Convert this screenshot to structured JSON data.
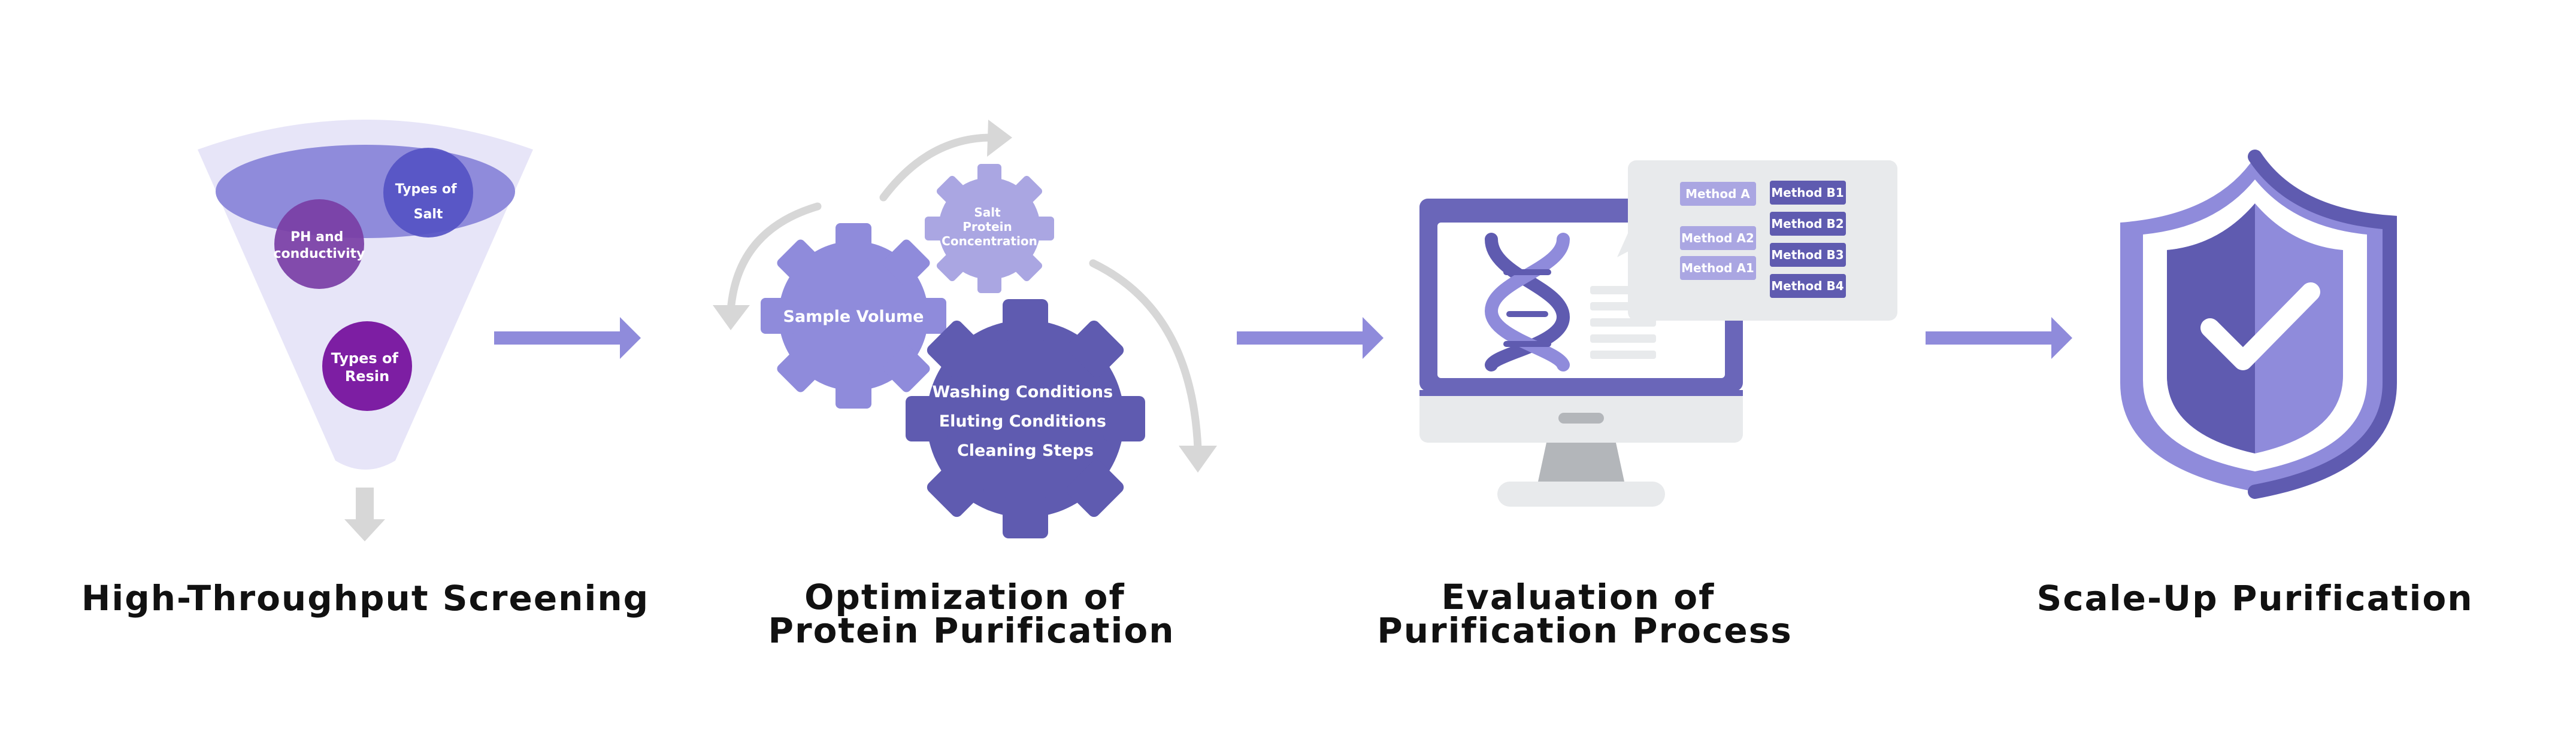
{
  "colors": {
    "deep_purple": "#5f5bb0",
    "mid_purple": "#8f8bdb",
    "light_purple": "#aaa6e2",
    "pale_purple": "#e7e5f8",
    "violet": "#7d1ea3",
    "gray": "#d7d7d7",
    "screen_gray": "#e8eaec",
    "title_black": "#111111"
  },
  "stage1": {
    "pill_salt": [
      "Types of",
      "Salt"
    ],
    "pill_ph": [
      "PH and",
      "conductivity"
    ],
    "pill_resin": [
      "Types of",
      "Resin"
    ],
    "title": "High-Throughput Screening"
  },
  "stage2": {
    "gear_salt": [
      "Salt",
      "Protein",
      "Concentration"
    ],
    "gear_sample": "Sample Volume",
    "gear_conditions": [
      "Washing Conditions",
      "Eluting Conditions",
      "Cleaning Steps"
    ],
    "title_line1": "Optimization of",
    "title_line2": "Protein Purification"
  },
  "stage3": {
    "methods_left": [
      "Method A",
      "Method A2",
      "Method A1"
    ],
    "methods_right": [
      "Method B1",
      "Method B2",
      "Method B3",
      "Method B4"
    ],
    "title_line1": "Evaluation of",
    "title_line2": "Purification Process"
  },
  "stage4": {
    "title": "Scale-Up Purification"
  }
}
